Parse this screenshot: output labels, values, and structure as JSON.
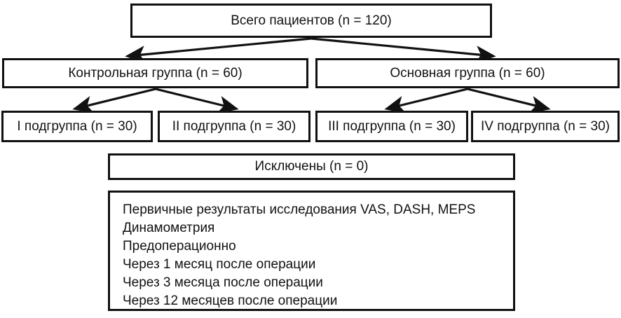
{
  "diagram": {
    "title": "CONSORT-style patient flow diagram",
    "colors": {
      "border": "#111111",
      "background": "#ffffff",
      "text": "#111111"
    },
    "nodes": {
      "total": "Всего пациентов (n = 120)",
      "control_group": "Контрольная группа (n = 60)",
      "main_group": "Основная группа (n = 60)",
      "subgroup_1": "I подгруппа (n = 30)",
      "subgroup_2": "II подгруппа (n = 30)",
      "subgroup_3": "III подгруппа (n = 30)",
      "subgroup_4": "IV подгруппа (n = 30)",
      "excluded": "Исключены (n = 0)"
    },
    "outcomes": [
      "Первичные результаты исследования VAS, DASH, MEPS",
      "Динамометрия",
      "Предоперационно",
      "Через 1 месяц после операции",
      "Через 3 месяца после операции",
      "Через 12 месяцев после операции"
    ]
  }
}
